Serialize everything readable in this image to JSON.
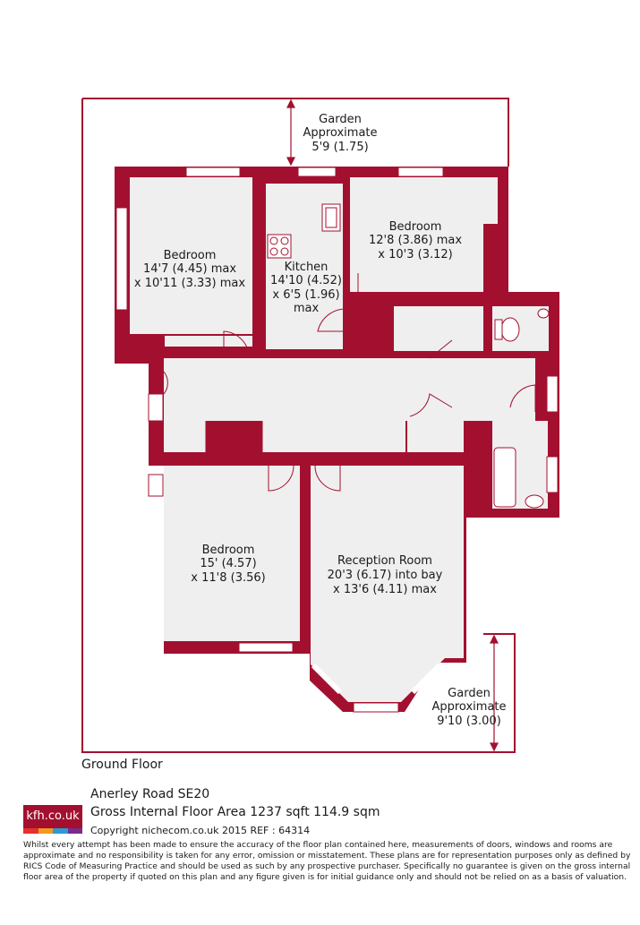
{
  "colors": {
    "wall": "#a3102f",
    "floor": "#efefef",
    "outline": "#a3102f"
  },
  "rooms": {
    "bedroom1": {
      "name": "Bedroom",
      "line1": "14'7 (4.45) max",
      "line2": "x 10'11 (3.33) max"
    },
    "kitchen": {
      "name": "Kitchen",
      "line1": "14'10 (4.52)",
      "line2": "x 6'5 (1.96)",
      "line3": "max"
    },
    "bedroom2": {
      "name": "Bedroom",
      "line1": "12'8 (3.86) max",
      "line2": "x 10'3 (3.12)"
    },
    "bedroom3": {
      "name": "Bedroom",
      "line1": "15' (4.57)",
      "line2": "x 11'8 (3.56)"
    },
    "reception": {
      "name": "Reception Room",
      "line1": "20'3 (6.17) into bay",
      "line2": "x 13'6 (4.11) max"
    }
  },
  "garden_rear": {
    "line1": "Garden",
    "line2": "Approximate",
    "line3": "5'9 (1.75)"
  },
  "garden_front": {
    "line1": "Garden",
    "line2": "Approximate",
    "line3": "9'10 (3.00)"
  },
  "floor_title": "Ground Floor",
  "logo": {
    "text": "kfh.co.uk",
    "strip_colors": [
      "#e4332a",
      "#f29a1f",
      "#2a9ad6",
      "#7a2a8e"
    ]
  },
  "address": "Anerley Road  SE20",
  "gross_area": "Gross Internal Floor Area 1237 sqft 114.9 sqm",
  "copyright": "Copyright nichecom.co.uk 2015 REF : 64314",
  "disclaimer": "Whilst every attempt has been made to ensure the accuracy of the floor plan contained here, measurements of doors, windows and rooms are approximate and no responsibility is taken for any error, omission or misstatement.  These plans are for representation purposes only as defined by RICS Code of Measuring Practice and should be used as such by any prospective purchaser.  Specifically no guarantee is given on the gross internal floor area of the property if quoted on this plan and any figure given is for initial guidance only and should not be relied on as a basis of valuation."
}
